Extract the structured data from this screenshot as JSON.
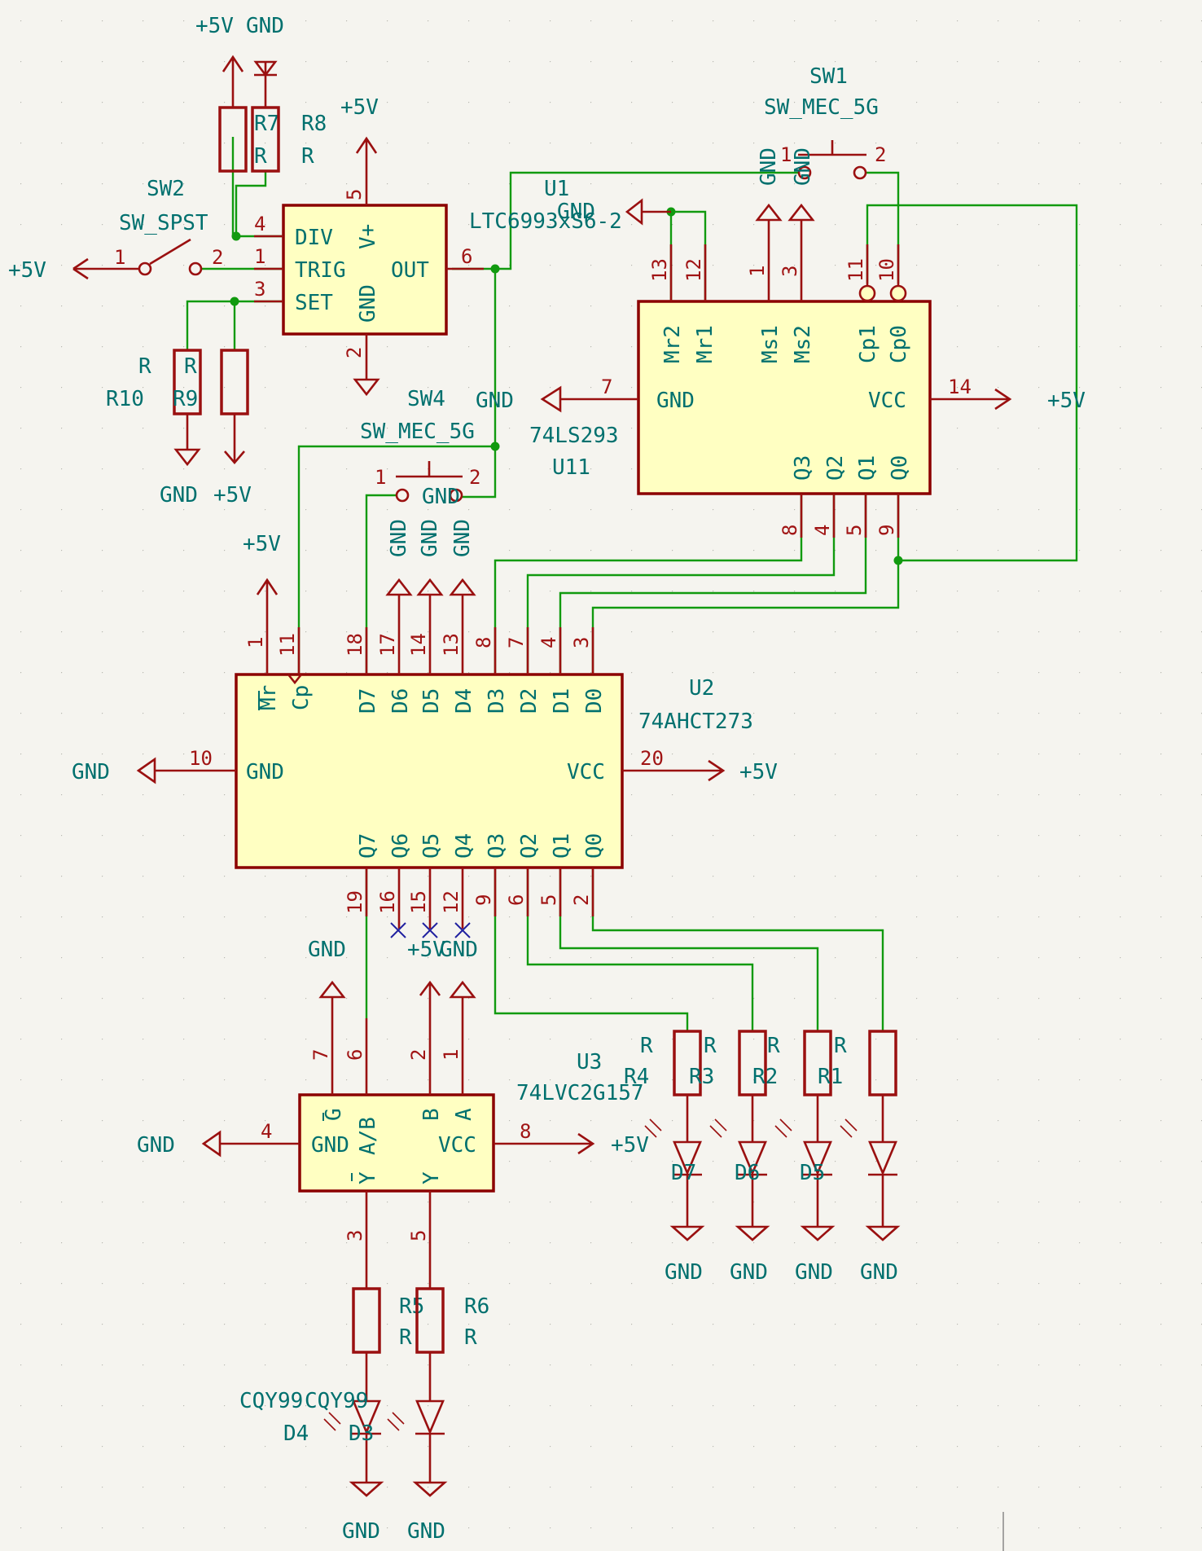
{
  "power": {
    "p5v": "+5V",
    "gnd": "GND"
  },
  "resistor_value": "R",
  "led_part": "CQY99",
  "components": {
    "sw1": {
      "ref": "SW1",
      "value": "SW_MEC_5G",
      "pin1": "1",
      "pin2": "2"
    },
    "sw2": {
      "ref": "SW2",
      "value": "SW_SPST",
      "pin1": "1",
      "pin2": "2"
    },
    "sw4": {
      "ref": "SW4",
      "value": "SW_MEC_5G",
      "pin1": "1",
      "pin2": "2"
    },
    "u1": {
      "ref": "U1",
      "value": "LTC6993xS6-2",
      "pins": {
        "div": "DIV",
        "trig": "TRIG",
        "set": "SET",
        "out": "OUT",
        "vplus": "V+",
        "gnd": "GND"
      },
      "nums": {
        "div": "4",
        "trig": "1",
        "set": "3",
        "out": "6",
        "vplus": "5",
        "gnd": "2"
      }
    },
    "u11": {
      "ref": "U11",
      "value": "74LS293",
      "pins": {
        "mr2": "Mr2",
        "mr1": "Mr1",
        "ms1": "Ms1",
        "ms2": "Ms2",
        "cp1": "Cp1",
        "cp0": "Cp0",
        "gnd": "GND",
        "vcc": "VCC",
        "q3": "Q3",
        "q2": "Q2",
        "q1": "Q1",
        "q0": "Q0"
      },
      "nums": {
        "mr2": "13",
        "mr1": "12",
        "ms1": "1",
        "ms2": "3",
        "cp1": "11",
        "cp0": "10",
        "gnd": "7",
        "vcc": "14",
        "q3": "8",
        "q2": "4",
        "q1": "5",
        "q0": "9"
      }
    },
    "u2": {
      "ref": "U2",
      "value": "74AHCT273",
      "pins": {
        "mr": "Mr",
        "cp": "Cp",
        "d7": "D7",
        "d6": "D6",
        "d5": "D5",
        "d4": "D4",
        "d3": "D3",
        "d2": "D2",
        "d1": "D1",
        "d0": "D0",
        "gnd": "GND",
        "vcc": "VCC",
        "q7": "Q7",
        "q6": "Q6",
        "q5": "Q5",
        "q4": "Q4",
        "q3": "Q3",
        "q2": "Q2",
        "q1": "Q1",
        "q0": "Q0"
      },
      "nums": {
        "mr": "1",
        "cp": "11",
        "d7": "18",
        "d6": "17",
        "d5": "14",
        "d4": "13",
        "d3": "8",
        "d2": "7",
        "d1": "4",
        "d0": "3",
        "gnd": "10",
        "vcc": "20",
        "q7": "19",
        "q6": "16",
        "q5": "15",
        "q4": "12",
        "q3": "9",
        "q2": "6",
        "q1": "5",
        "q0": "2"
      }
    },
    "u3": {
      "ref": "U3",
      "value": "74LVC2G157",
      "pins": {
        "g": "G",
        "ab": "A/B",
        "b": "B",
        "a": "A",
        "gnd": "GND",
        "vcc": "VCC",
        "ybar": "Y",
        "y": "Y"
      },
      "nums": {
        "g": "7",
        "ab": "6",
        "b": "2",
        "a": "1",
        "gnd": "4",
        "vcc": "8",
        "ybar": "3",
        "y": "5"
      }
    },
    "resistors": [
      "R1",
      "R2",
      "R3",
      "R4",
      "R5",
      "R6",
      "R7",
      "R8",
      "R9",
      "R10"
    ],
    "leds": [
      "D3",
      "D4",
      "D5",
      "D6",
      "D7"
    ]
  }
}
